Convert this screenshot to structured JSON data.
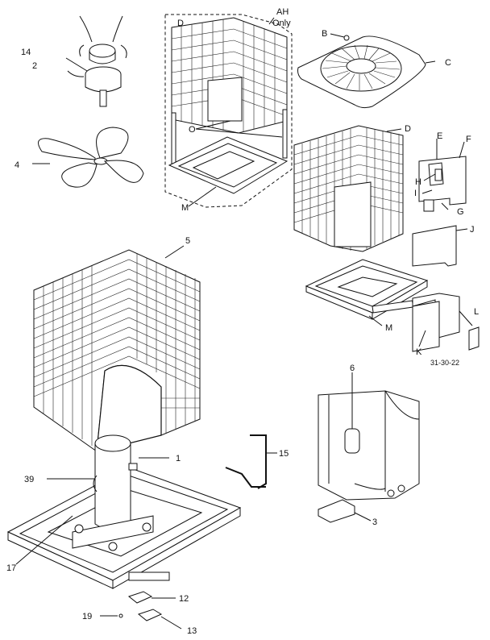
{
  "labels": {
    "ah_line1": "AH",
    "ah_line2": "Only",
    "D_top": "D",
    "B": "B",
    "C": "C",
    "n14": "14",
    "n2": "2",
    "O": "O",
    "D_right": "D",
    "E": "E",
    "F": "F",
    "n4": "4",
    "H": "H",
    "I": "I",
    "G": "G",
    "M_top": "M",
    "n5": "5",
    "J": "J",
    "M_right": "M",
    "L": "L",
    "K": "K",
    "code": "31-30-22",
    "n6": "6",
    "n1": "1",
    "n15": "15",
    "n39": "39",
    "n3": "3",
    "n17": "17",
    "n12": "12",
    "n19": "19",
    "n13": "13"
  }
}
